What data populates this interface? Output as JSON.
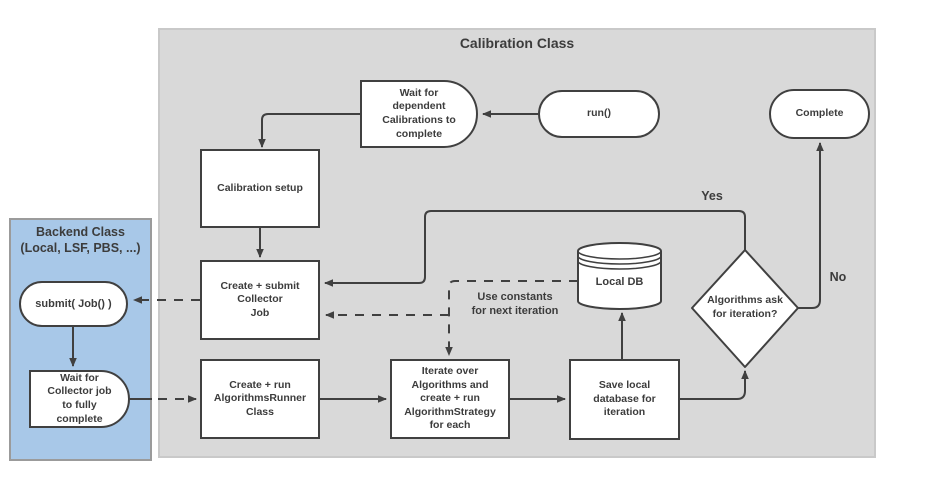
{
  "title": "Calibration Class",
  "backend": {
    "title": "Backend Class\n(Local, LSF, PBS, ...)"
  },
  "nodes": {
    "wait_dependent": "Wait for\ndependent\nCalibrations to\ncomplete",
    "run": "run()",
    "complete": "Complete",
    "calibration_setup": "Calibration setup",
    "create_submit_collector": "Create + submit\nCollector\nJob",
    "submit_job": "submit( Job() )",
    "wait_collector": "Wait for\nCollector job\nto fully\ncomplete",
    "create_run_runner": "Create + run\nAlgorithmsRunner\nClass",
    "iterate_algorithms": "Iterate over\nAlgorithms and\ncreate + run\nAlgorithmStrategy\nfor each",
    "save_local_db": "Save local\ndatabase for\niteration",
    "local_db": "Local DB",
    "algorithms_ask": "Algorithms ask\nfor iteration?"
  },
  "labels": {
    "yes": "Yes",
    "no": "No",
    "use_constants": "Use constants\nfor next iteration"
  },
  "colors": {
    "line": "#404040",
    "text": "#3c3c3c",
    "node_fill": "#ffffff",
    "container_fill": "#d9d9d9",
    "container_border": "#c9c9c9",
    "backend_fill": "#a8c8e8",
    "backend_border": "#9b9b9b"
  }
}
